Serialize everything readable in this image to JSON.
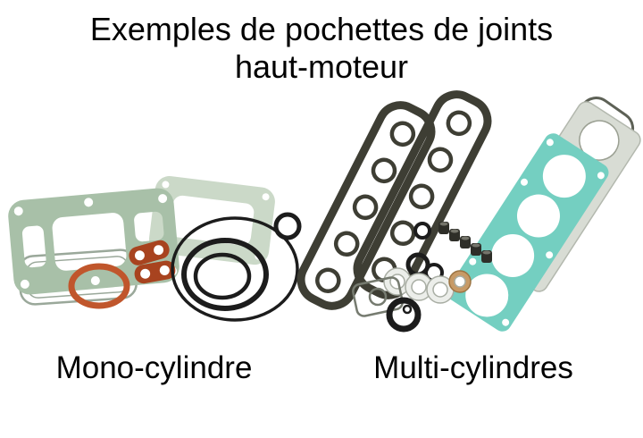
{
  "title": {
    "line1": "Exemples de pochettes de joints",
    "line2": "haut-moteur"
  },
  "labels": {
    "mono": "Mono-cylindre",
    "multi": "Multi-cylindres"
  },
  "colors": {
    "bg": "#ffffff",
    "text": "#000000",
    "sage": "#a8c0a8",
    "lightgreen": "#cbd9c8",
    "outline-green": "#9aa89a",
    "orange": "#c0562c",
    "rust": "#a8431f",
    "dark": "#3e3e34",
    "teal": "#74cfc1",
    "lightgray": "#d8dcd4",
    "black-part": "#1c1c1c",
    "tan": "#c79a66"
  }
}
